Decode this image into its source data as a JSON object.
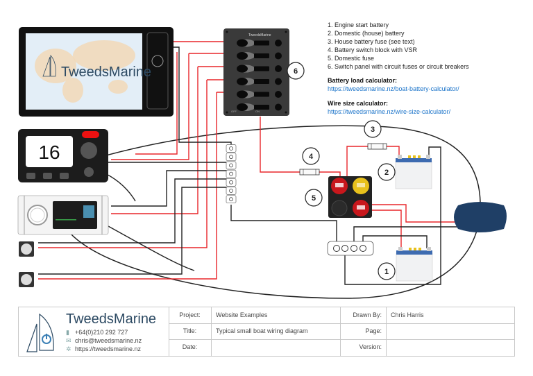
{
  "legend": {
    "items": [
      "1. Engine start battery",
      "2. Domestic (house) battery",
      "3. House battery fuse (see text)",
      "4. Battery switch block with VSR",
      "5. Domestic fuse",
      "6. Switch panel with circuit fuses or circuit breakers"
    ]
  },
  "calculators": {
    "battery_heading": "Battery load calculator:",
    "battery_link": "https://tweedsmarine.nz/boat-battery-calculator/",
    "wire_heading": "Wire size calculator:",
    "wire_link": "https://tweedsmarine.nz/wire-size-calculator/"
  },
  "components": {
    "chartplotter_brand": "TweedsMarine",
    "vhf_channel": "16",
    "switch_panel_brand": "TweedsMarine",
    "switch_panel_off": "OFF",
    "switch_panel_on": "ON",
    "callouts": [
      "1",
      "2",
      "3",
      "4",
      "5",
      "6"
    ]
  },
  "colors": {
    "positive_wire": "#e8262a",
    "negative_wire": "#222222",
    "engine": "#1f3f66",
    "link": "#1a73c9",
    "brand": "#2d4a63"
  },
  "title_block": {
    "brand": "TweedsMarine",
    "phone": "+64(0)210 292 727",
    "email": "chris@tweedsmarine.nz",
    "website": "https://tweedsmarine.nz",
    "project_label": "Project:",
    "project_value": "Website Examples",
    "title_label": "Title:",
    "title_value": "Typical small boat wiring diagram",
    "date_label": "Date:",
    "date_value": "",
    "drawn_by_label": "Drawn By:",
    "drawn_by_value": "Chris Harris",
    "page_label": "Page:",
    "page_value": "",
    "version_label": "Version:",
    "version_value": ""
  }
}
